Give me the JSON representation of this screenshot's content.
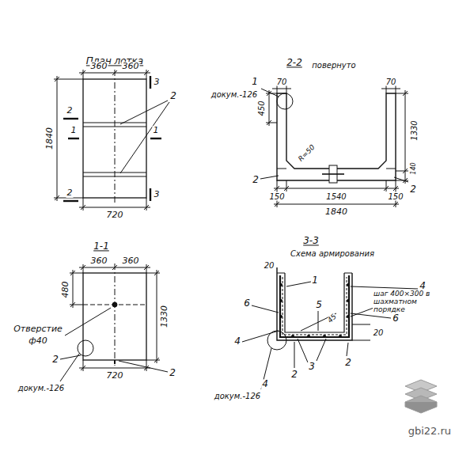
{
  "diagram": {
    "labels": [
      "План лотка",
      "360",
      "360",
      "2",
      "3",
      "2",
      "1840",
      "1",
      "1",
      "2",
      "720",
      "3",
      "2-2",
      "повернуто",
      "1",
      "докум.-126",
      "70",
      "70",
      "450",
      "R=50",
      "1330",
      "140",
      "2",
      "150",
      "1540",
      "150",
      "2",
      "1840",
      "1-1",
      "360",
      "360",
      "480",
      "1330",
      "Отверстие",
      "ф40",
      "2",
      "720",
      "2",
      "докум.-126",
      "3-3",
      "Схема армирования",
      "20",
      "1",
      "4",
      "шаг 400×300 в шахматном порядке",
      "6",
      "5",
      "6",
      "45",
      "4",
      "20",
      "3",
      "2",
      "2",
      "4",
      "докум.-126",
      "gbi22.ru"
    ]
  }
}
